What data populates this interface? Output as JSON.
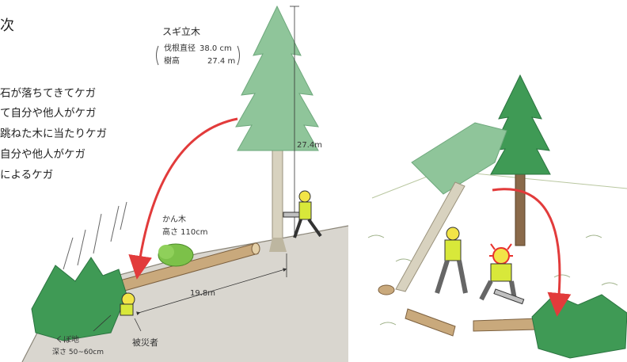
{
  "heading": "次",
  "hazards": [
    "石が落ちてきてケガ",
    "て自分や他人がケガ",
    "跳ねた木に当たりケガ",
    "自分や他人がケガ",
    "によるケガ"
  ],
  "standing_tree": {
    "name": "スギ立木",
    "diameter_label": "伐根直径",
    "diameter_value": "38.0 cm",
    "height_label": "樹高",
    "height_value": "27.4 m"
  },
  "measure_height": "27.4m",
  "measure_distance": "19.8m",
  "shrub": {
    "name": "かん木",
    "height": "高さ 110cm"
  },
  "hollow": {
    "name": "くぼ地",
    "depth": "深さ 50~60cm"
  },
  "victim_label": "被災者",
  "colors": {
    "arrow": "#e23b3b",
    "tree_green": "#3f9a55",
    "tree_light": "#8fc59a",
    "ground": "#d9d6cf",
    "vest": "#d8e83a",
    "helmet": "#f2e447",
    "danger": "#e8322d"
  }
}
